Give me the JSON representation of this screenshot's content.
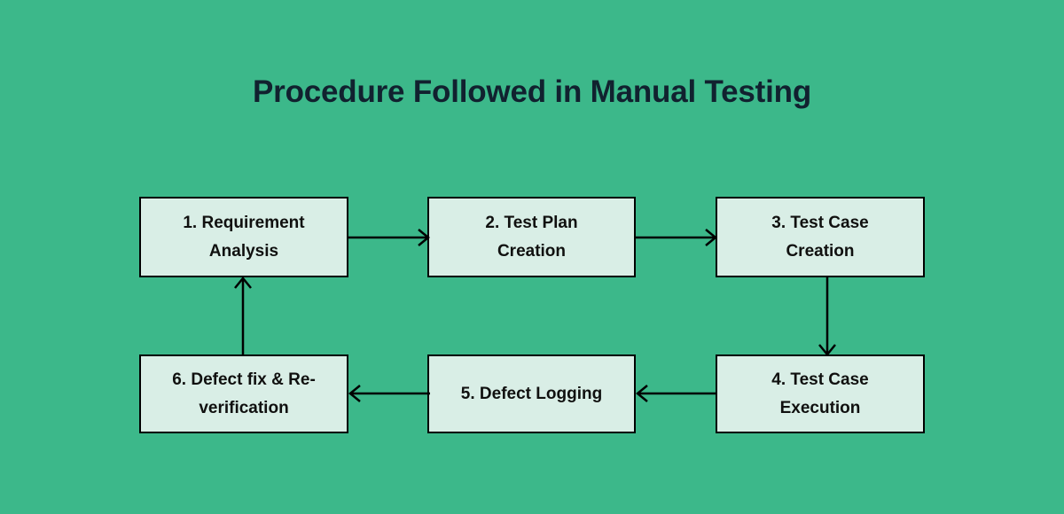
{
  "diagram": {
    "title": "Procedure Followed in Manual Testing",
    "type": "flowchart-cycle",
    "background_color": "#3cb88a",
    "node_fill_color": "#d9eee6",
    "node_border_color": "#000000",
    "title_color": "#11212f",
    "text_color": "#10100f",
    "nodes": [
      {
        "id": "1",
        "label": "1. Requirement Analysis",
        "line1": "1. Requirement",
        "line2": "Analysis"
      },
      {
        "id": "2",
        "label": "2. Test Plan Creation",
        "line1": "2. Test Plan",
        "line2": "Creation"
      },
      {
        "id": "3",
        "label": "3. Test Case Creation",
        "line1": "3. Test Case",
        "line2": "Creation"
      },
      {
        "id": "4",
        "label": "4. Test Case Execution",
        "line1": "4. Test Case",
        "line2": "Execution"
      },
      {
        "id": "5",
        "label": "5. Defect Logging",
        "line1": "5. Defect Logging",
        "line2": ""
      },
      {
        "id": "6",
        "label": "6. Defect fix & Re-verification",
        "line1": "6. Defect fix & Re-",
        "line2": "verification"
      }
    ],
    "edges": [
      {
        "from": "1",
        "to": "2",
        "direction": "right"
      },
      {
        "from": "2",
        "to": "3",
        "direction": "right"
      },
      {
        "from": "3",
        "to": "4",
        "direction": "down"
      },
      {
        "from": "4",
        "to": "5",
        "direction": "left"
      },
      {
        "from": "5",
        "to": "6",
        "direction": "left"
      },
      {
        "from": "6",
        "to": "1",
        "direction": "up"
      }
    ]
  }
}
